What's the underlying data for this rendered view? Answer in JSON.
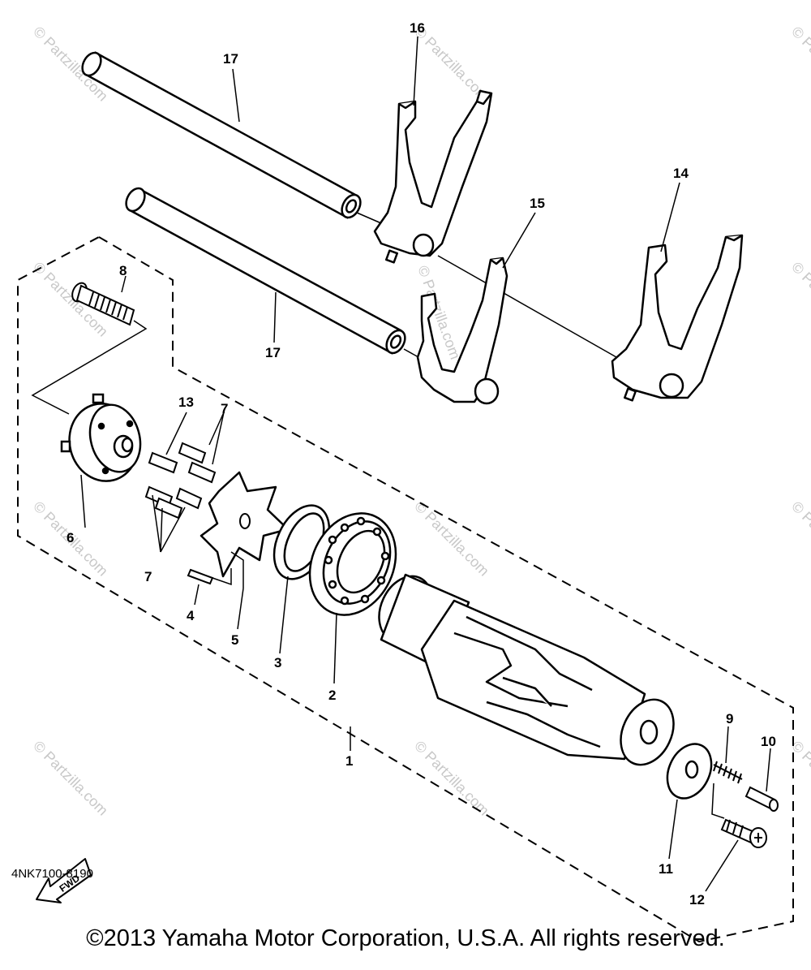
{
  "diagram": {
    "callouts": {
      "c1": "1",
      "c2": "2",
      "c3": "3",
      "c4": "4",
      "c5": "5",
      "c6": "6",
      "c7a": "7",
      "c7b": "7",
      "c8": "8",
      "c9": "9",
      "c10": "10",
      "c11": "11",
      "c12": "12",
      "c13": "13",
      "c14": "14",
      "c15": "15",
      "c16": "16",
      "c17a": "17",
      "c17b": "17"
    },
    "fwd_label": "FWD",
    "part_number": "4NK7100-8190",
    "watermark": "© Partzilla.com"
  },
  "footer": {
    "copyright": "©2013 Yamaha Motor Corporation, U.S.A. All rights reserved."
  }
}
